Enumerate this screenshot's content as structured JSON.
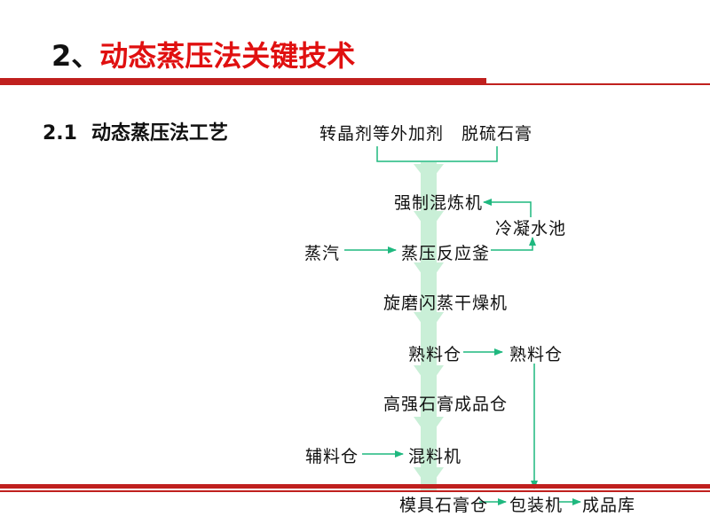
{
  "header": {
    "title_number": "2、",
    "title_text": "动态蒸压法关键技术"
  },
  "section": {
    "number": "2.1",
    "title": "动态蒸压法工艺"
  },
  "flow": {
    "crystal_agent": "转晶剂等外加剂",
    "desulf_gypsum": "脱硫石膏",
    "mixer": "强制混炼机",
    "cooling_pool": "冷凝水池",
    "steam": "蒸汽",
    "autoclave": "蒸压反应釜",
    "dryer": "旋磨闪蒸干燥机",
    "clinker_silo_1": "熟料仓",
    "clinker_silo_2": "熟料仓",
    "hs_gypsum_silo": "高强石膏成品仓",
    "aux_silo": "辅料仓",
    "blender": "混料机",
    "mold_gypsum_silo": "模具石膏仓",
    "packer": "包装机",
    "warehouse": "成品库"
  },
  "colors": {
    "accent": "#e01010",
    "rule": "#c0201e",
    "main_arrow": "#c9efd7",
    "flow_line": "#1fb87f"
  }
}
